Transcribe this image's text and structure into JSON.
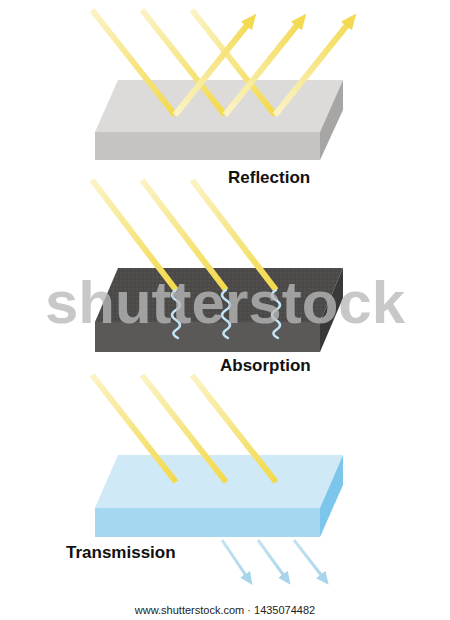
{
  "diagram": {
    "labels": [
      "Reflection",
      "Absorption",
      "Transmission",
      "shutterstock",
      "www.shutterstock.com · 1435074482"
    ]
  }
}
